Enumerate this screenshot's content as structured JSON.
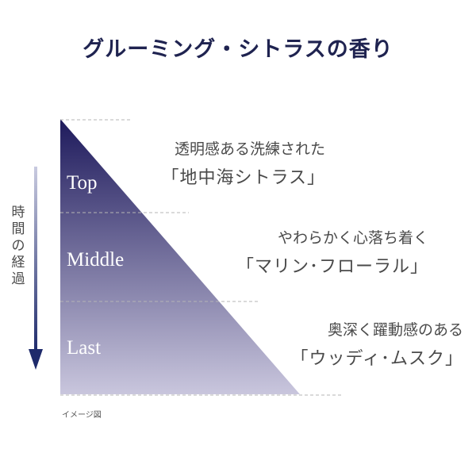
{
  "title": "グルーミング・シトラスの香り",
  "axis_label": "時間の経過",
  "tiers": [
    {
      "label": "Top",
      "description": "透明感ある洗練された",
      "note": "「地中海シトラス」"
    },
    {
      "label": "Middle",
      "description": "やわらかく心落ち着く",
      "note": "「マリン･フローラル」"
    },
    {
      "label": "Last",
      "description": "奥深く躍動感のある",
      "note": "「ウッディ･ムスク」"
    }
  ],
  "footnote": "イメージ図",
  "colors": {
    "title": "#1f2350",
    "triangle_top": "#1e1a5c",
    "triangle_bottom": "#c9c6dd",
    "arrow": "#1e2a6b",
    "text": "#4a4a4a"
  }
}
